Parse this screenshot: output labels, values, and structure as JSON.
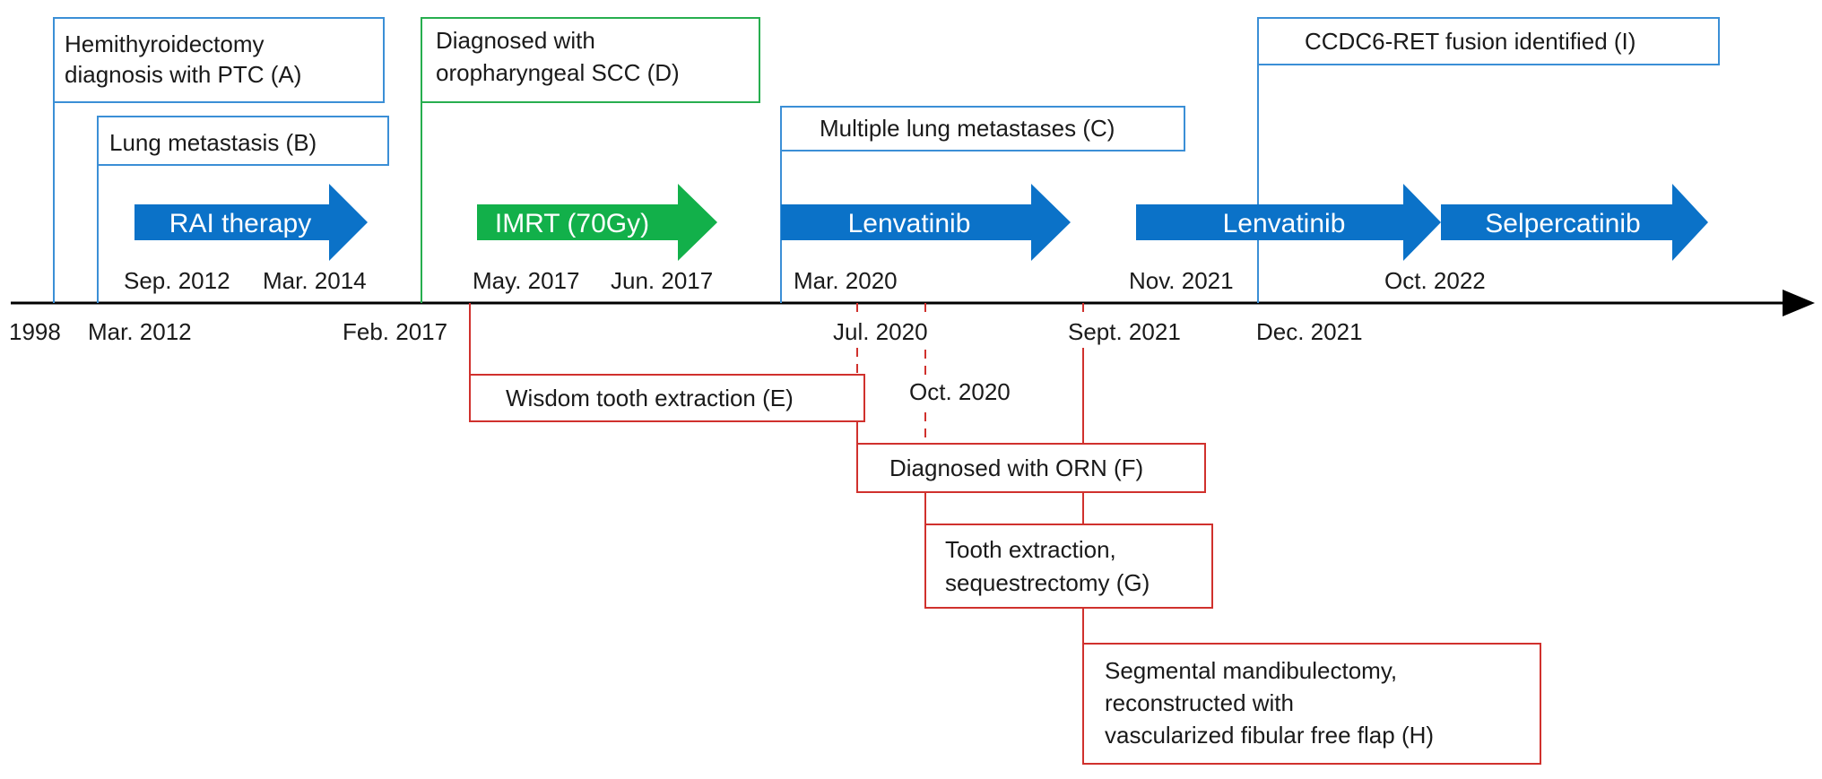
{
  "colors": {
    "blue_box": "#3b8fd6",
    "green_box": "#27ae4f",
    "red_box": "#d0312d",
    "arrow_blue": "#0b72c8",
    "arrow_green": "#12b04a",
    "axis": "#000000"
  },
  "events_above": {
    "A": {
      "lines": [
        "Hemithyroidectomy",
        "diagnosis with PTC (A)"
      ]
    },
    "B": {
      "lines": [
        "Lung metastasis (B)"
      ]
    },
    "D": {
      "lines": [
        "Diagnosed with",
        "oropharyngeal SCC (D)"
      ]
    },
    "C": {
      "lines": [
        "Multiple lung metastases (C)"
      ]
    },
    "I": {
      "lines": [
        "CCDC6-RET fusion identified (I)"
      ]
    }
  },
  "events_below": {
    "E": {
      "lines": [
        "Wisdom tooth extraction (E)"
      ]
    },
    "F": {
      "lines": [
        "Diagnosed with ORN (F)"
      ]
    },
    "G": {
      "lines": [
        "Tooth extraction,",
        "sequestrectomy (G)"
      ]
    },
    "H": {
      "lines": [
        "Segmental mandibulectomy,",
        "reconstructed with",
        "vascularized fibular free flap (H)"
      ]
    }
  },
  "therapies": {
    "rai": {
      "label": "RAI therapy",
      "start": "Sep. 2012",
      "end": "Mar. 2014"
    },
    "imrt": {
      "label": "IMRT (70Gy)",
      "start": "May. 2017",
      "end": "Jun. 2017"
    },
    "lenva1": {
      "label": "Lenvatinib",
      "start": "Mar.  2020"
    },
    "lenva2": {
      "label": "Lenvatinib",
      "start": "Nov.  2021"
    },
    "selper": {
      "label": "Selpercatinib",
      "start": "Oct.  2022"
    }
  },
  "axis_dates": {
    "d1998": "1998",
    "mar2012": "Mar. 2012",
    "feb2017": "Feb. 2017",
    "jul2020": "Jul.  2020",
    "oct2020": "Oct.  2020",
    "sept2021": "Sept.  2021",
    "dec2021": "Dec.  2021"
  }
}
